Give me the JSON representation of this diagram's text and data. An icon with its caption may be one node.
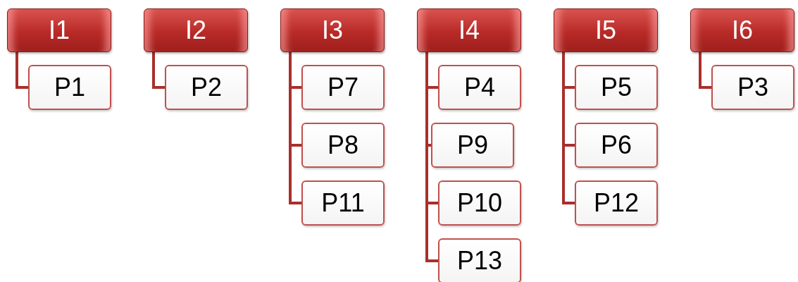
{
  "diagram": {
    "nodes": [
      {
        "text": [
          "I1"
        ]
      },
      {
        "text": [
          "P1"
        ]
      },
      {
        "text": [
          "I2"
        ]
      },
      {
        "text": [
          "P2"
        ]
      },
      {
        "text": [
          "I3"
        ]
      },
      {
        "text": [
          "P7"
        ]
      },
      {
        "text": [
          "P8"
        ]
      },
      {
        "text": [
          "P11"
        ]
      },
      {
        "text": [
          "I4"
        ]
      },
      {
        "text": [
          "P4"
        ]
      },
      {
        "text": [
          "P9"
        ]
      },
      {
        "text": [
          "P10"
        ]
      },
      {
        "text": [
          "P13"
        ]
      },
      {
        "text": [
          "I5"
        ]
      },
      {
        "text": [
          "P5"
        ]
      },
      {
        "text": [
          "P6"
        ]
      },
      {
        "text": [
          "P12"
        ]
      },
      {
        "text": [
          "I6"
        ]
      },
      {
        "text": [
          "P3"
        ]
      }
    ],
    "edges": [
      {
        "from": 0,
        "to": 1,
        "arrow": "none"
      },
      {
        "from": 2,
        "to": 3,
        "arrow": "none"
      },
      {
        "from": 4,
        "to": 5,
        "arrow": "none"
      },
      {
        "from": 4,
        "to": 6,
        "arrow": "none"
      },
      {
        "from": 4,
        "to": 7,
        "arrow": "none"
      },
      {
        "from": 8,
        "to": 9,
        "arrow": "none"
      },
      {
        "from": 8,
        "to": 10,
        "arrow": "none"
      },
      {
        "from": 8,
        "to": 11,
        "arrow": "none"
      },
      {
        "from": 8,
        "to": 12,
        "arrow": "none"
      },
      {
        "from": 13,
        "to": 14,
        "arrow": "none"
      },
      {
        "from": 13,
        "to": 15,
        "arrow": "none"
      },
      {
        "from": 13,
        "to": 16,
        "arrow": "none"
      },
      {
        "from": 17,
        "to": 18,
        "arrow": "none"
      }
    ]
  }
}
